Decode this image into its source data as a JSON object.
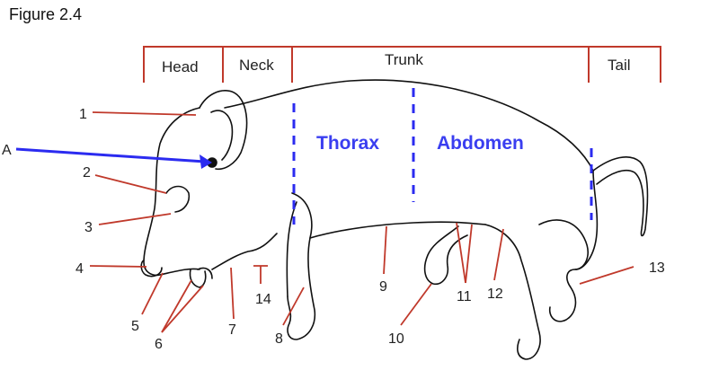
{
  "figure": {
    "title": "Figure 2.4"
  },
  "regions": {
    "head": "Head",
    "neck": "Neck",
    "trunk": "Trunk",
    "tail": "Tail"
  },
  "body_labels": {
    "thorax": "Thorax",
    "abdomen": "Abdomen"
  },
  "pointer": {
    "label": "A",
    "color": "#2b2bf0"
  },
  "callouts": [
    "1",
    "2",
    "3",
    "4",
    "5",
    "6",
    "7",
    "8",
    "9",
    "10",
    "11",
    "12",
    "13",
    "14"
  ],
  "colors": {
    "bracket": "#c0392b",
    "leader": "#c0392b",
    "divider": "#2b2bf0",
    "outline": "#111111"
  }
}
